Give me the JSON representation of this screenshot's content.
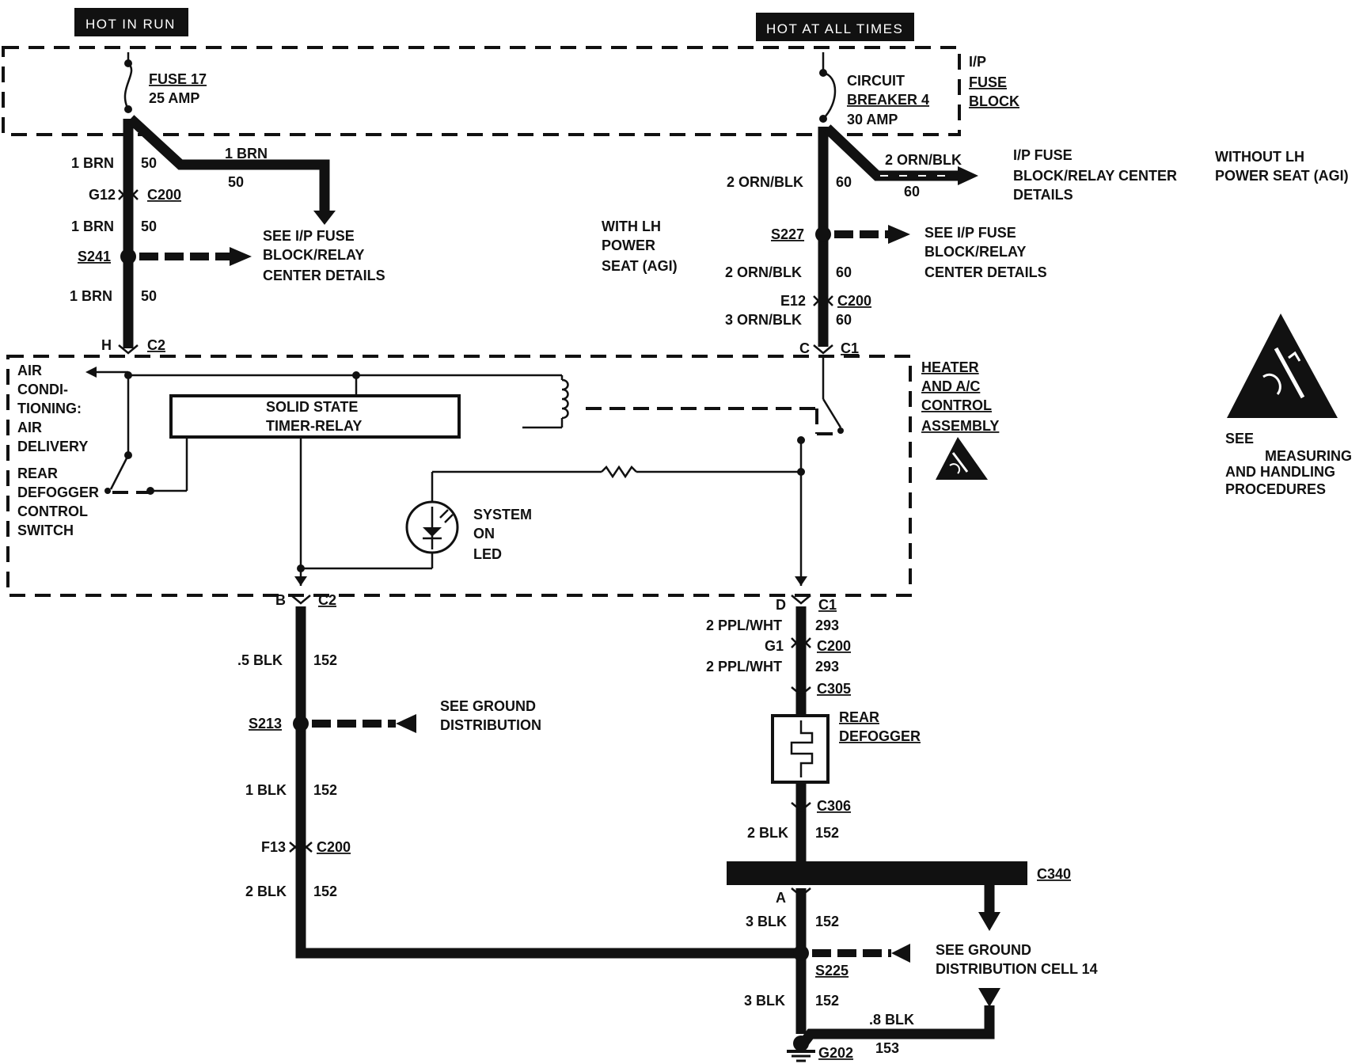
{
  "headers": {
    "hot_in_run": "HOT IN RUN",
    "hot_at_all_times": "HOT AT ALL TIMES"
  },
  "fuse_block": {
    "line1": "I/P",
    "line2": "FUSE",
    "line3": "BLOCK"
  },
  "fuse17": {
    "name": "FUSE 17",
    "rating": "25 AMP"
  },
  "breaker4": {
    "line1": "CIRCUIT",
    "line2": "BREAKER 4",
    "line3": "30 AMP"
  },
  "left_feed": {
    "w1_label": "1 BRN",
    "w1_num": "50",
    "branch_label": "1 BRN",
    "branch_num": "50",
    "g12": "G12",
    "c200": "C200",
    "w2_label": "1 BRN",
    "w2_num": "50",
    "s241": "S241",
    "see_line1": "SEE I/P FUSE",
    "see_line2": "BLOCK/RELAY",
    "see_line3": "CENTER DETAILS",
    "w3_label": "1 BRN",
    "w3_num": "50",
    "pin_h": "H",
    "c2": "C2"
  },
  "right_feed": {
    "branch_label": "2 ORN/BLK",
    "branch_num": "60",
    "w1_label": "2 ORN/BLK",
    "w1_num": "60",
    "ip_line1": "I/P FUSE",
    "ip_line2": "BLOCK/RELAY CENTER",
    "ip_line3": "DETAILS",
    "without_line1": "WITHOUT LH",
    "without_line2": "POWER SEAT (AGI)",
    "with_line1": "WITH LH",
    "with_line2": "POWER",
    "with_line3": "SEAT (AGI)",
    "s227": "S227",
    "see_line1": "SEE I/P FUSE",
    "see_line2": "BLOCK/RELAY",
    "see_line3": "CENTER DETAILS",
    "w2_label": "2 ORN/BLK",
    "w2_num": "60",
    "e12": "E12",
    "c200": "C200",
    "w3_label": "3 ORN/BLK",
    "w3_num": "60",
    "pin_c": "C",
    "c1": "C1"
  },
  "assembly": {
    "line1": "HEATER",
    "line2": "AND A/C",
    "line3": "CONTROL",
    "line4": "ASSEMBLY",
    "switch_lines": [
      "AIR",
      "CONDI-",
      "TIONING:",
      "AIR",
      "DELIVERY",
      "REAR",
      "DEFOGGER",
      "CONTROL",
      "SWITCH"
    ],
    "relay_line1": "SOLID STATE",
    "relay_line2": "TIMER-RELAY",
    "led_line1": "SYSTEM",
    "led_line2": "ON",
    "led_line3": "LED"
  },
  "esd_note": {
    "line1": "SEE",
    "line2": "MEASURING",
    "line3": "AND HANDLING",
    "line4": "PROCEDURES"
  },
  "lower_left": {
    "pin_b": "B",
    "c2": "C2",
    "w1_label": ".5 BLK",
    "w1_num": "152",
    "s213": "S213",
    "see_line1": "SEE GROUND",
    "see_line2": "DISTRIBUTION",
    "w2_label": "1 BLK",
    "w2_num": "152",
    "f13": "F13",
    "c200": "C200",
    "w3_label": "2 BLK",
    "w3_num": "152"
  },
  "lower_right": {
    "pin_d": "D",
    "c1": "C1",
    "w1_label": "2 PPL/WHT",
    "w1_num": "293",
    "g1": "G1",
    "c200": "C200",
    "w2_label": "2 PPL/WHT",
    "w2_num": "293",
    "c305": "C305",
    "defogger_line1": "REAR",
    "defogger_line2": "DEFOGGER",
    "c306": "C306",
    "w3_label": "2 BLK",
    "w3_num": "152",
    "c340": "C340",
    "pin_a": "A",
    "w4_label": "3 BLK",
    "w4_num": "152",
    "s225": "S225",
    "see_line1": "SEE GROUND",
    "see_line2": "DISTRIBUTION CELL 14",
    "w5_label": "3 BLK",
    "w5_num": "152",
    "w6_label": ".8 BLK",
    "w6_num": "153",
    "g202": "G202"
  }
}
